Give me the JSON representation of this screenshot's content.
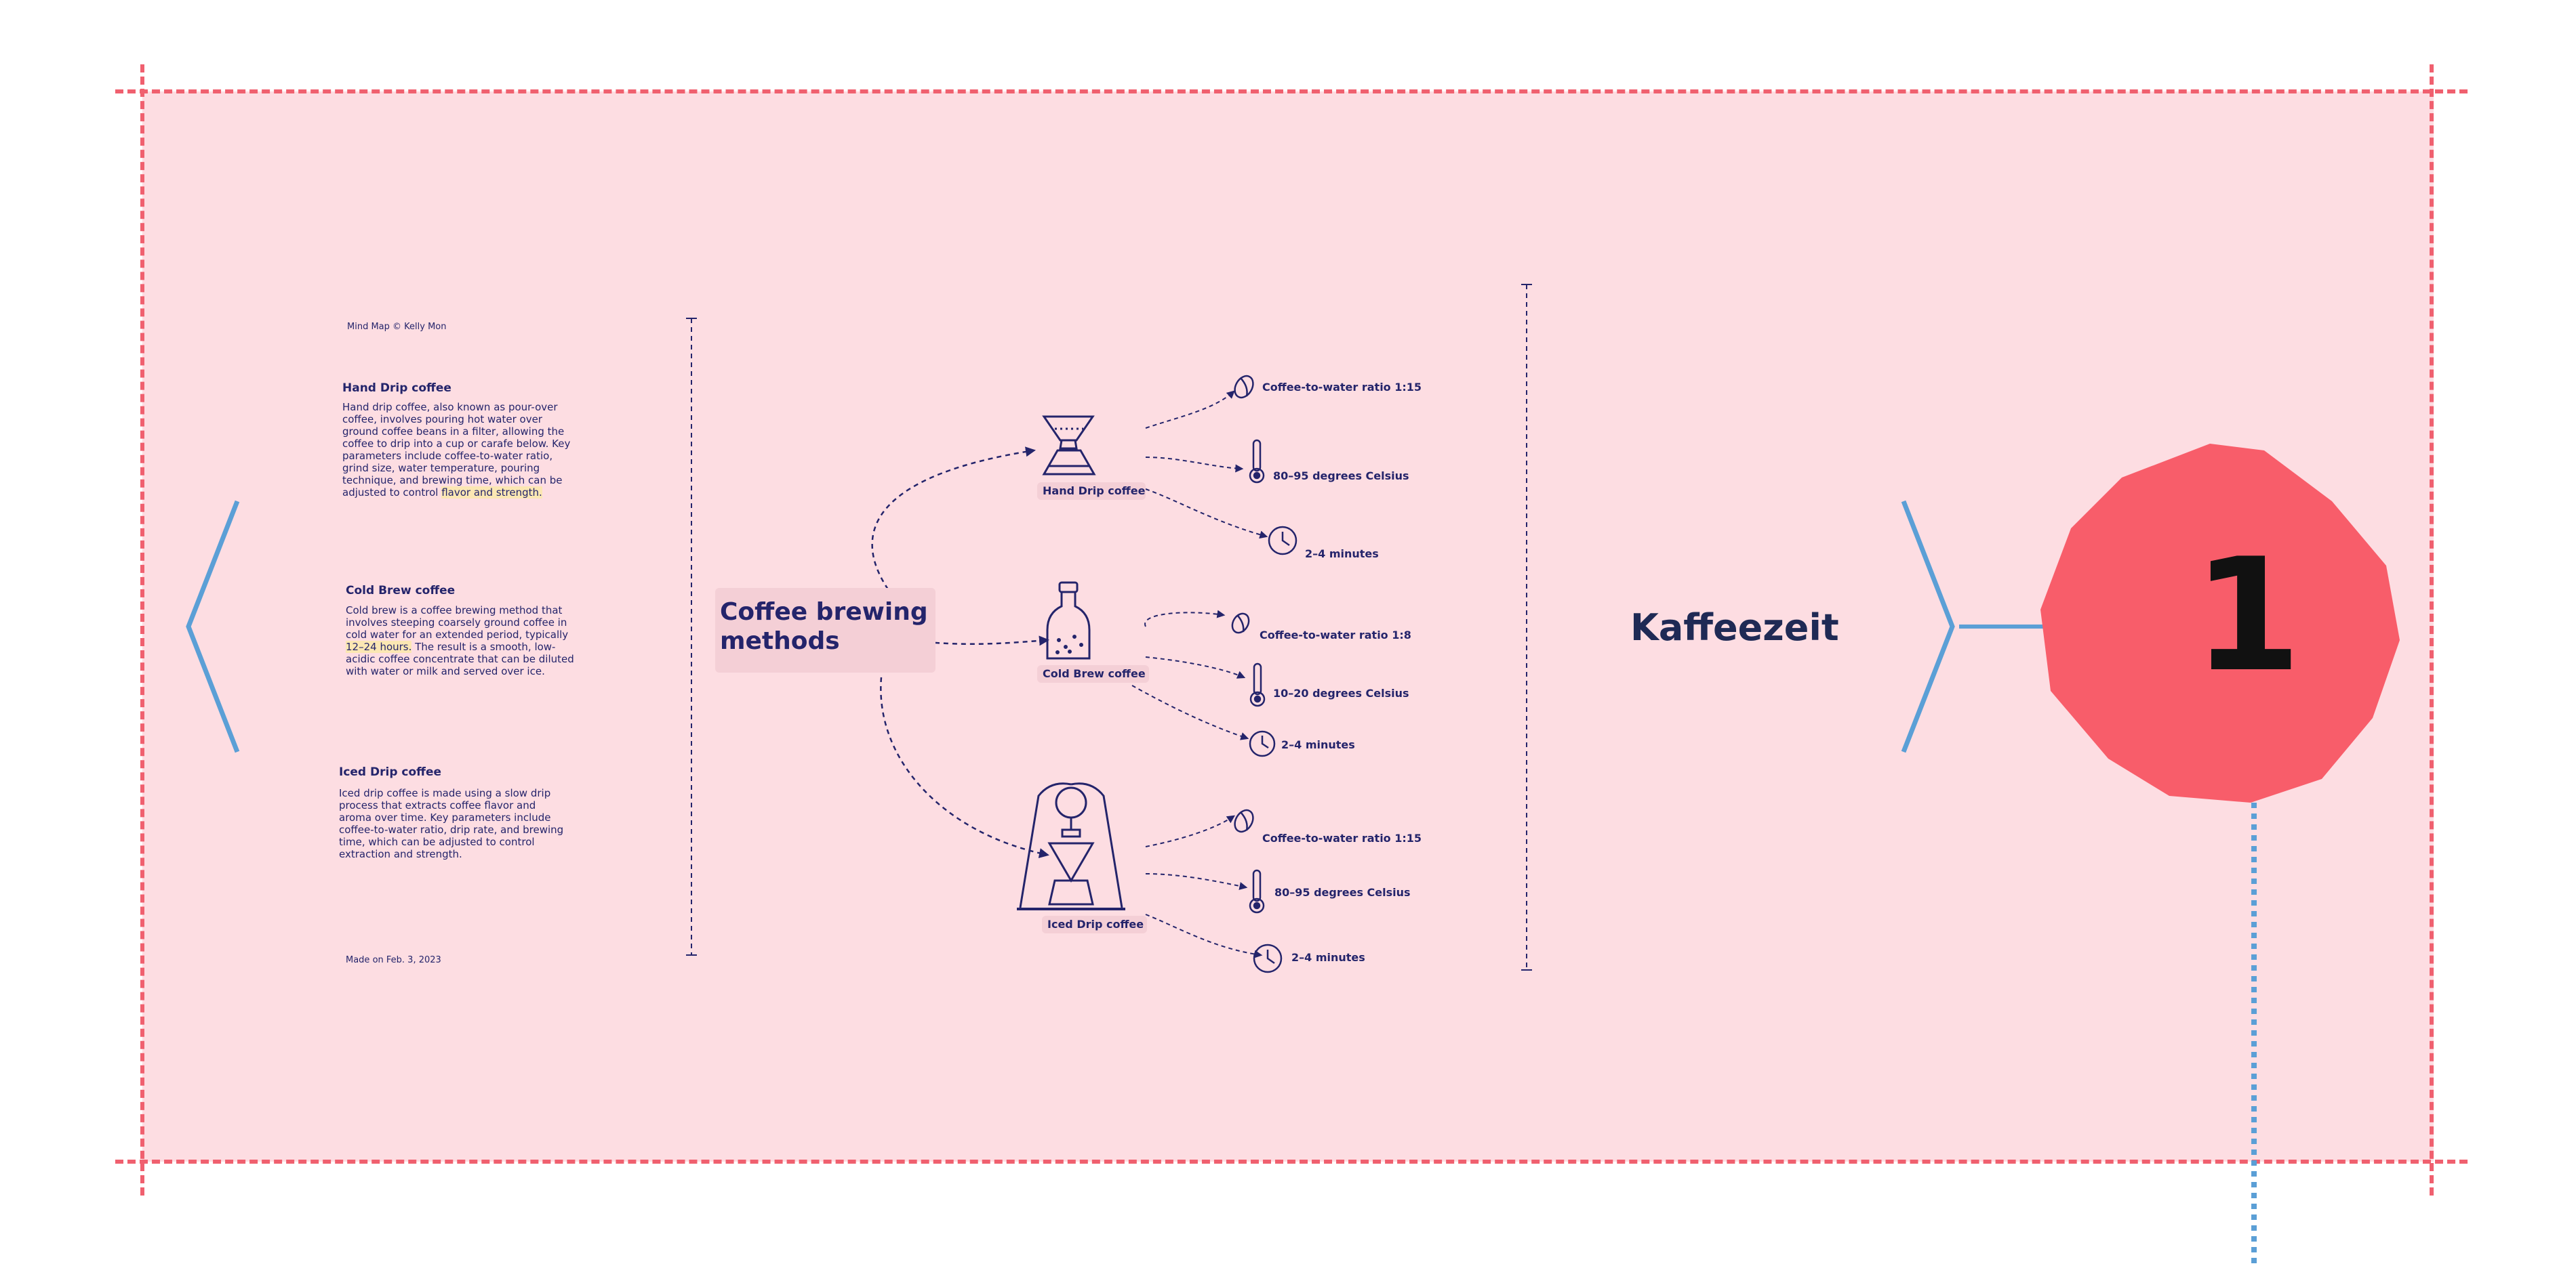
{
  "colors": {
    "frame_bg": "#fddde2",
    "guide": "#f0606f",
    "ink": "#24246b",
    "arrow": "#5b9fd6",
    "marker": "#f85d6a",
    "highlight": "#fbe7b3"
  },
  "credit_top": "Mind Map © Kelly Mon",
  "credit_bottom": "Made on Feb. 3, 2023",
  "methods": [
    {
      "title": "Hand Drip coffee",
      "desc_lines": [
        "Hand drip coffee, also known as pour-over",
        "coffee, involves pouring hot water over",
        "ground coffee beans in a filter, allowing the",
        "coffee to drip into a cup or carafe below. Key",
        "parameters include coffee-to-water ratio,",
        "grind size, water temperature, pouring",
        "technique, and brewing time, which can be"
      ],
      "desc_last_pre": "adjusted to control ",
      "desc_last_hl": "flavor and strength.",
      "label": "Hand Drip coffee",
      "params": [
        "Coffee-to-water ratio 1:15",
        "80–95 degrees Celsius",
        "2–4 minutes"
      ]
    },
    {
      "title": "Cold Brew coffee",
      "desc_lines_a": [
        "Cold brew is a coffee brewing method that",
        "involves steeping coarsely ground coffee in",
        "cold water for an extended period, typically"
      ],
      "desc_hl": "12–24 hours.",
      "desc_after_hl": " The result is a smooth, low-",
      "desc_lines_b": [
        "acidic coffee concentrate that can be diluted",
        "with water or milk and served over ice."
      ],
      "label": "Cold Brew coffee",
      "params": [
        "Coffee-to-water ratio 1:8",
        "10–20 degrees Celsius",
        "2–4 minutes"
      ]
    },
    {
      "title": "Iced Drip coffee",
      "desc_lines": [
        "Iced drip coffee is made using a slow drip",
        "process that extracts coffee flavor and",
        "aroma over time. Key parameters include",
        "coffee-to-water ratio, drip rate, and brewing",
        "time, which can be adjusted to control",
        "extraction and strength."
      ],
      "label": "Iced Drip coffee",
      "params": [
        "Coffee-to-water ratio 1:15",
        "80–95 degrees Celsius",
        "2–4 minutes"
      ]
    }
  ],
  "center_title_line1": "Coffee brewing",
  "center_title_line2": "methods",
  "page_title": "Kaffeezeit",
  "marker_number": "1"
}
